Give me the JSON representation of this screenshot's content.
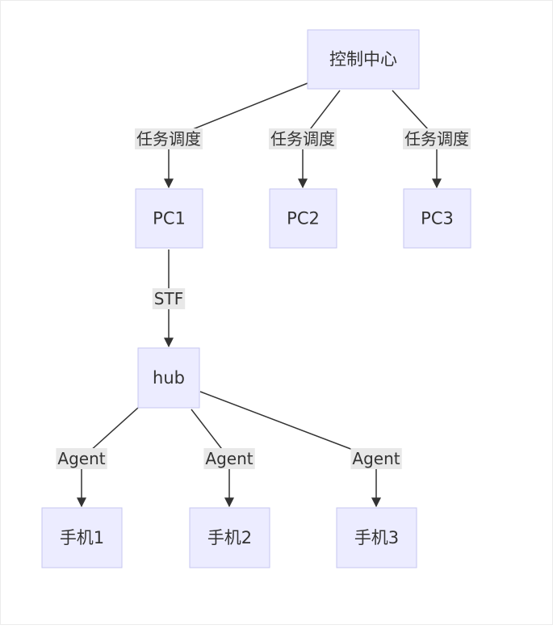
{
  "diagram": {
    "colors": {
      "node_fill": "#ececff",
      "node_stroke": "#c6c6f0",
      "edge": "#333333",
      "label_bg": "#e8e8e8",
      "text": "#333333"
    },
    "nodes": [
      {
        "id": "control",
        "label": "控制中心"
      },
      {
        "id": "pc1",
        "label": "PC1"
      },
      {
        "id": "pc2",
        "label": "PC2"
      },
      {
        "id": "pc3",
        "label": "PC3"
      },
      {
        "id": "hub",
        "label": "hub"
      },
      {
        "id": "phone1",
        "label": "手机1"
      },
      {
        "id": "phone2",
        "label": "手机2"
      },
      {
        "id": "phone3",
        "label": "手机3"
      }
    ],
    "edges": [
      {
        "from": "control",
        "to": "pc1",
        "label": "任务调度"
      },
      {
        "from": "control",
        "to": "pc2",
        "label": "任务调度"
      },
      {
        "from": "control",
        "to": "pc3",
        "label": "任务调度"
      },
      {
        "from": "pc1",
        "to": "hub",
        "label": "STF"
      },
      {
        "from": "hub",
        "to": "phone1",
        "label": "Agent"
      },
      {
        "from": "hub",
        "to": "phone2",
        "label": "Agent"
      },
      {
        "from": "hub",
        "to": "phone3",
        "label": "Agent"
      }
    ]
  }
}
